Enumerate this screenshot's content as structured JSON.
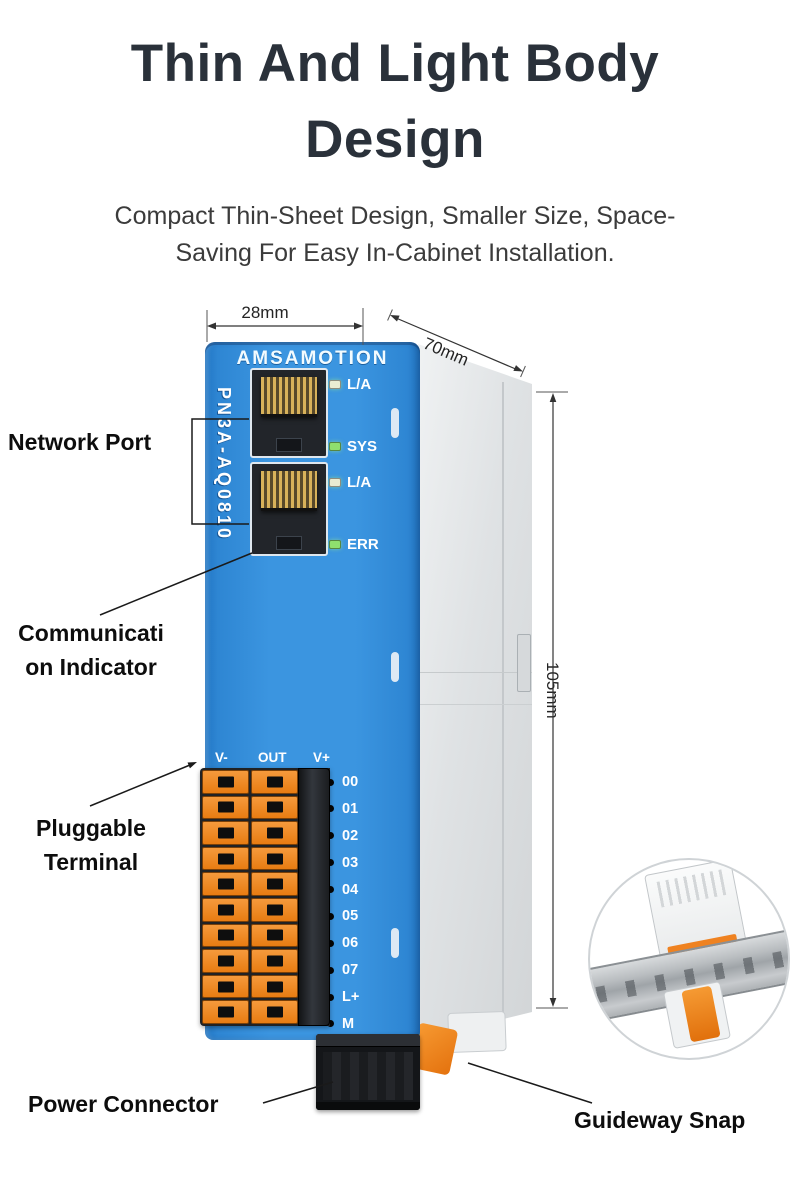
{
  "page": {
    "title": [
      "Thin And Light Body",
      "Design"
    ],
    "subtitle": [
      "Compact Thin-Sheet Design, Smaller Size, Space-",
      "Saving For Easy In-Cabinet Installation."
    ]
  },
  "device": {
    "brand": "AMSAMOTION",
    "model": "PN3A-AQ0810",
    "led_labels": [
      "L/A",
      "SYS",
      "L/A",
      "ERR"
    ],
    "led_colors": [
      "#e9ecd2",
      "#8fdf6e",
      "#e9ecd2",
      "#8fdf6e"
    ],
    "terminal_header": [
      "V-",
      "OUT",
      "V+"
    ],
    "channel_labels": [
      "00",
      "01",
      "02",
      "03",
      "04",
      "05",
      "06",
      "07",
      "L+",
      "M"
    ]
  },
  "dimensions": {
    "width": "28mm",
    "depth": "70mm",
    "height": "105mm"
  },
  "callouts": {
    "network_port": "Network Port",
    "comm_indicator": [
      "Communicati",
      "on Indicator"
    ],
    "pluggable_terminal": [
      "Pluggable",
      "Terminal"
    ],
    "power_connector": "Power Connector",
    "guideway_snap": "Guideway Snap"
  },
  "colors": {
    "body_blue": "#3b95e0",
    "terminal_orange": "#ef8220",
    "title_dark": "#2a313a"
  }
}
